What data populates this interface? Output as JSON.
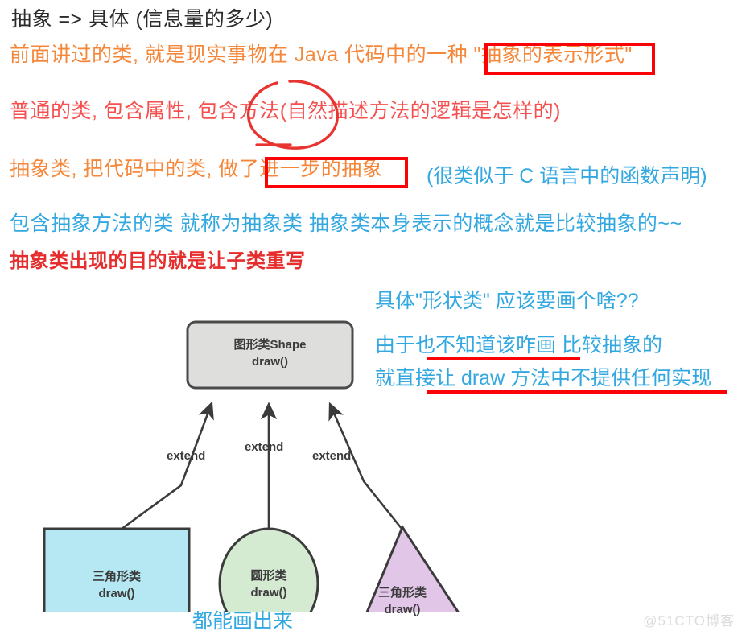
{
  "notes": {
    "title_line": "抽象 => 具体 (信息量的多少)",
    "orange_line_1": "前面讲过的类, 就是现实事物在 Java 代码中的一种 \"抽象的表示形式\"",
    "red_line_1": "普通的类, 包含属性, 包含方法(自然描述方法的逻辑是怎样的)",
    "orange_line_2": "抽象类, 把代码中的类, 做了进一步的抽象",
    "blue_paren": "(很类似于 C 语言中的函数声明)",
    "blue_line_1": "包含抽象方法的类  就称为抽象类   抽象类本身表示的概念就是比较抽象的~~",
    "red_bold_line": "抽象类出现的目的就是让子类重写"
  },
  "annotations": {
    "right_line_1": "具体\"形状类\" 应该要画个啥??",
    "right_line_2": "由于也不知道该咋画   比较抽象的",
    "right_line_3": "就直接让 draw 方法中不提供任何实现",
    "bottom_line": "都能画出来"
  },
  "diagram": {
    "parent": {
      "title": "图形类Shape",
      "method": "draw()",
      "fill": "#dededd",
      "stroke": "#4a4a4a"
    },
    "edges": [
      {
        "label": "extend"
      },
      {
        "label": "extend"
      },
      {
        "label": "extend"
      }
    ],
    "children": [
      {
        "shape": "rectangle",
        "title": "三角形类",
        "method": "draw()",
        "fill": "#b5e8f2",
        "stroke": "#3b3b3b"
      },
      {
        "shape": "ellipse",
        "title": "圆形类",
        "method": "draw()",
        "fill": "#d4ebd2",
        "stroke": "#3b3b3b"
      },
      {
        "shape": "triangle",
        "title": "三角形类",
        "method": "draw()",
        "fill": "#e2c6e8",
        "stroke": "#3b3b3b"
      }
    ]
  },
  "highlights": {
    "box_color": "#fb0206",
    "ellipse_color": "#e8332f",
    "underline_color": "#fb0206"
  },
  "colors": {
    "title_text": "#2b2b2b",
    "orange": "#f5873a",
    "red": "#f5504f",
    "red_bold": "#e62d2d",
    "blue": "#33a8e0",
    "watermark": "#dcdcdc"
  },
  "watermark": "@51CTO博客"
}
